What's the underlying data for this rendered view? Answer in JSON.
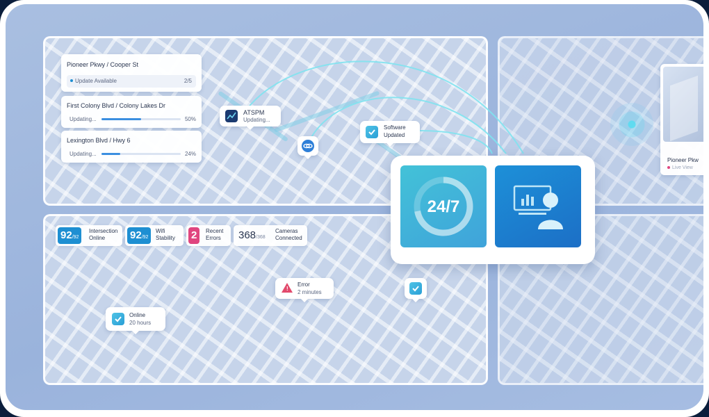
{
  "intersections": [
    {
      "name": "Pioneer Pkwy / Cooper St",
      "status": "Update Available",
      "count": "2/5"
    },
    {
      "name": "First Colony Blvd / Colony Lakes Dr",
      "status": "Updating...",
      "percent": "50%",
      "progress": 0.5
    },
    {
      "name": "Lexington Blvd / Hwy 6",
      "status": "Updating...",
      "percent": "24%",
      "progress": 0.24
    }
  ],
  "pins": {
    "atspm": {
      "title": "ATSPM",
      "sub": "Updating...",
      "icon": "chart-icon"
    },
    "software": {
      "title": "Software",
      "sub": "Updated",
      "icon": "check-icon"
    },
    "error": {
      "title": "Error",
      "sub": "2 minutes",
      "icon": "warning-icon"
    },
    "online": {
      "title": "Online",
      "sub": "20 hours",
      "icon": "check-icon"
    }
  },
  "stats": [
    {
      "value": "92",
      "total": "/92",
      "label1": "Intersection",
      "label2": "Online",
      "color": "#1e8fd2"
    },
    {
      "value": "92",
      "total": "/92",
      "label1": "Wifi",
      "label2": "Stability",
      "color": "#1e8fd2"
    },
    {
      "value": "2",
      "total": "",
      "label1": "Recent",
      "label2": "Errors",
      "color": "#e0457f"
    },
    {
      "value": "368",
      "total": "/368",
      "label1": "Cameras",
      "label2": "Connected",
      "color": ""
    }
  ],
  "availability": {
    "text": "24/7",
    "progress": 0.72
  },
  "colors": {
    "accent": "#1e8fd2",
    "teal": "#3ec7cf",
    "error": "#e0457f",
    "warning": "#e24a6c"
  },
  "camera_card": {
    "title": "Pioneer Pkw",
    "sub": "Live View"
  }
}
